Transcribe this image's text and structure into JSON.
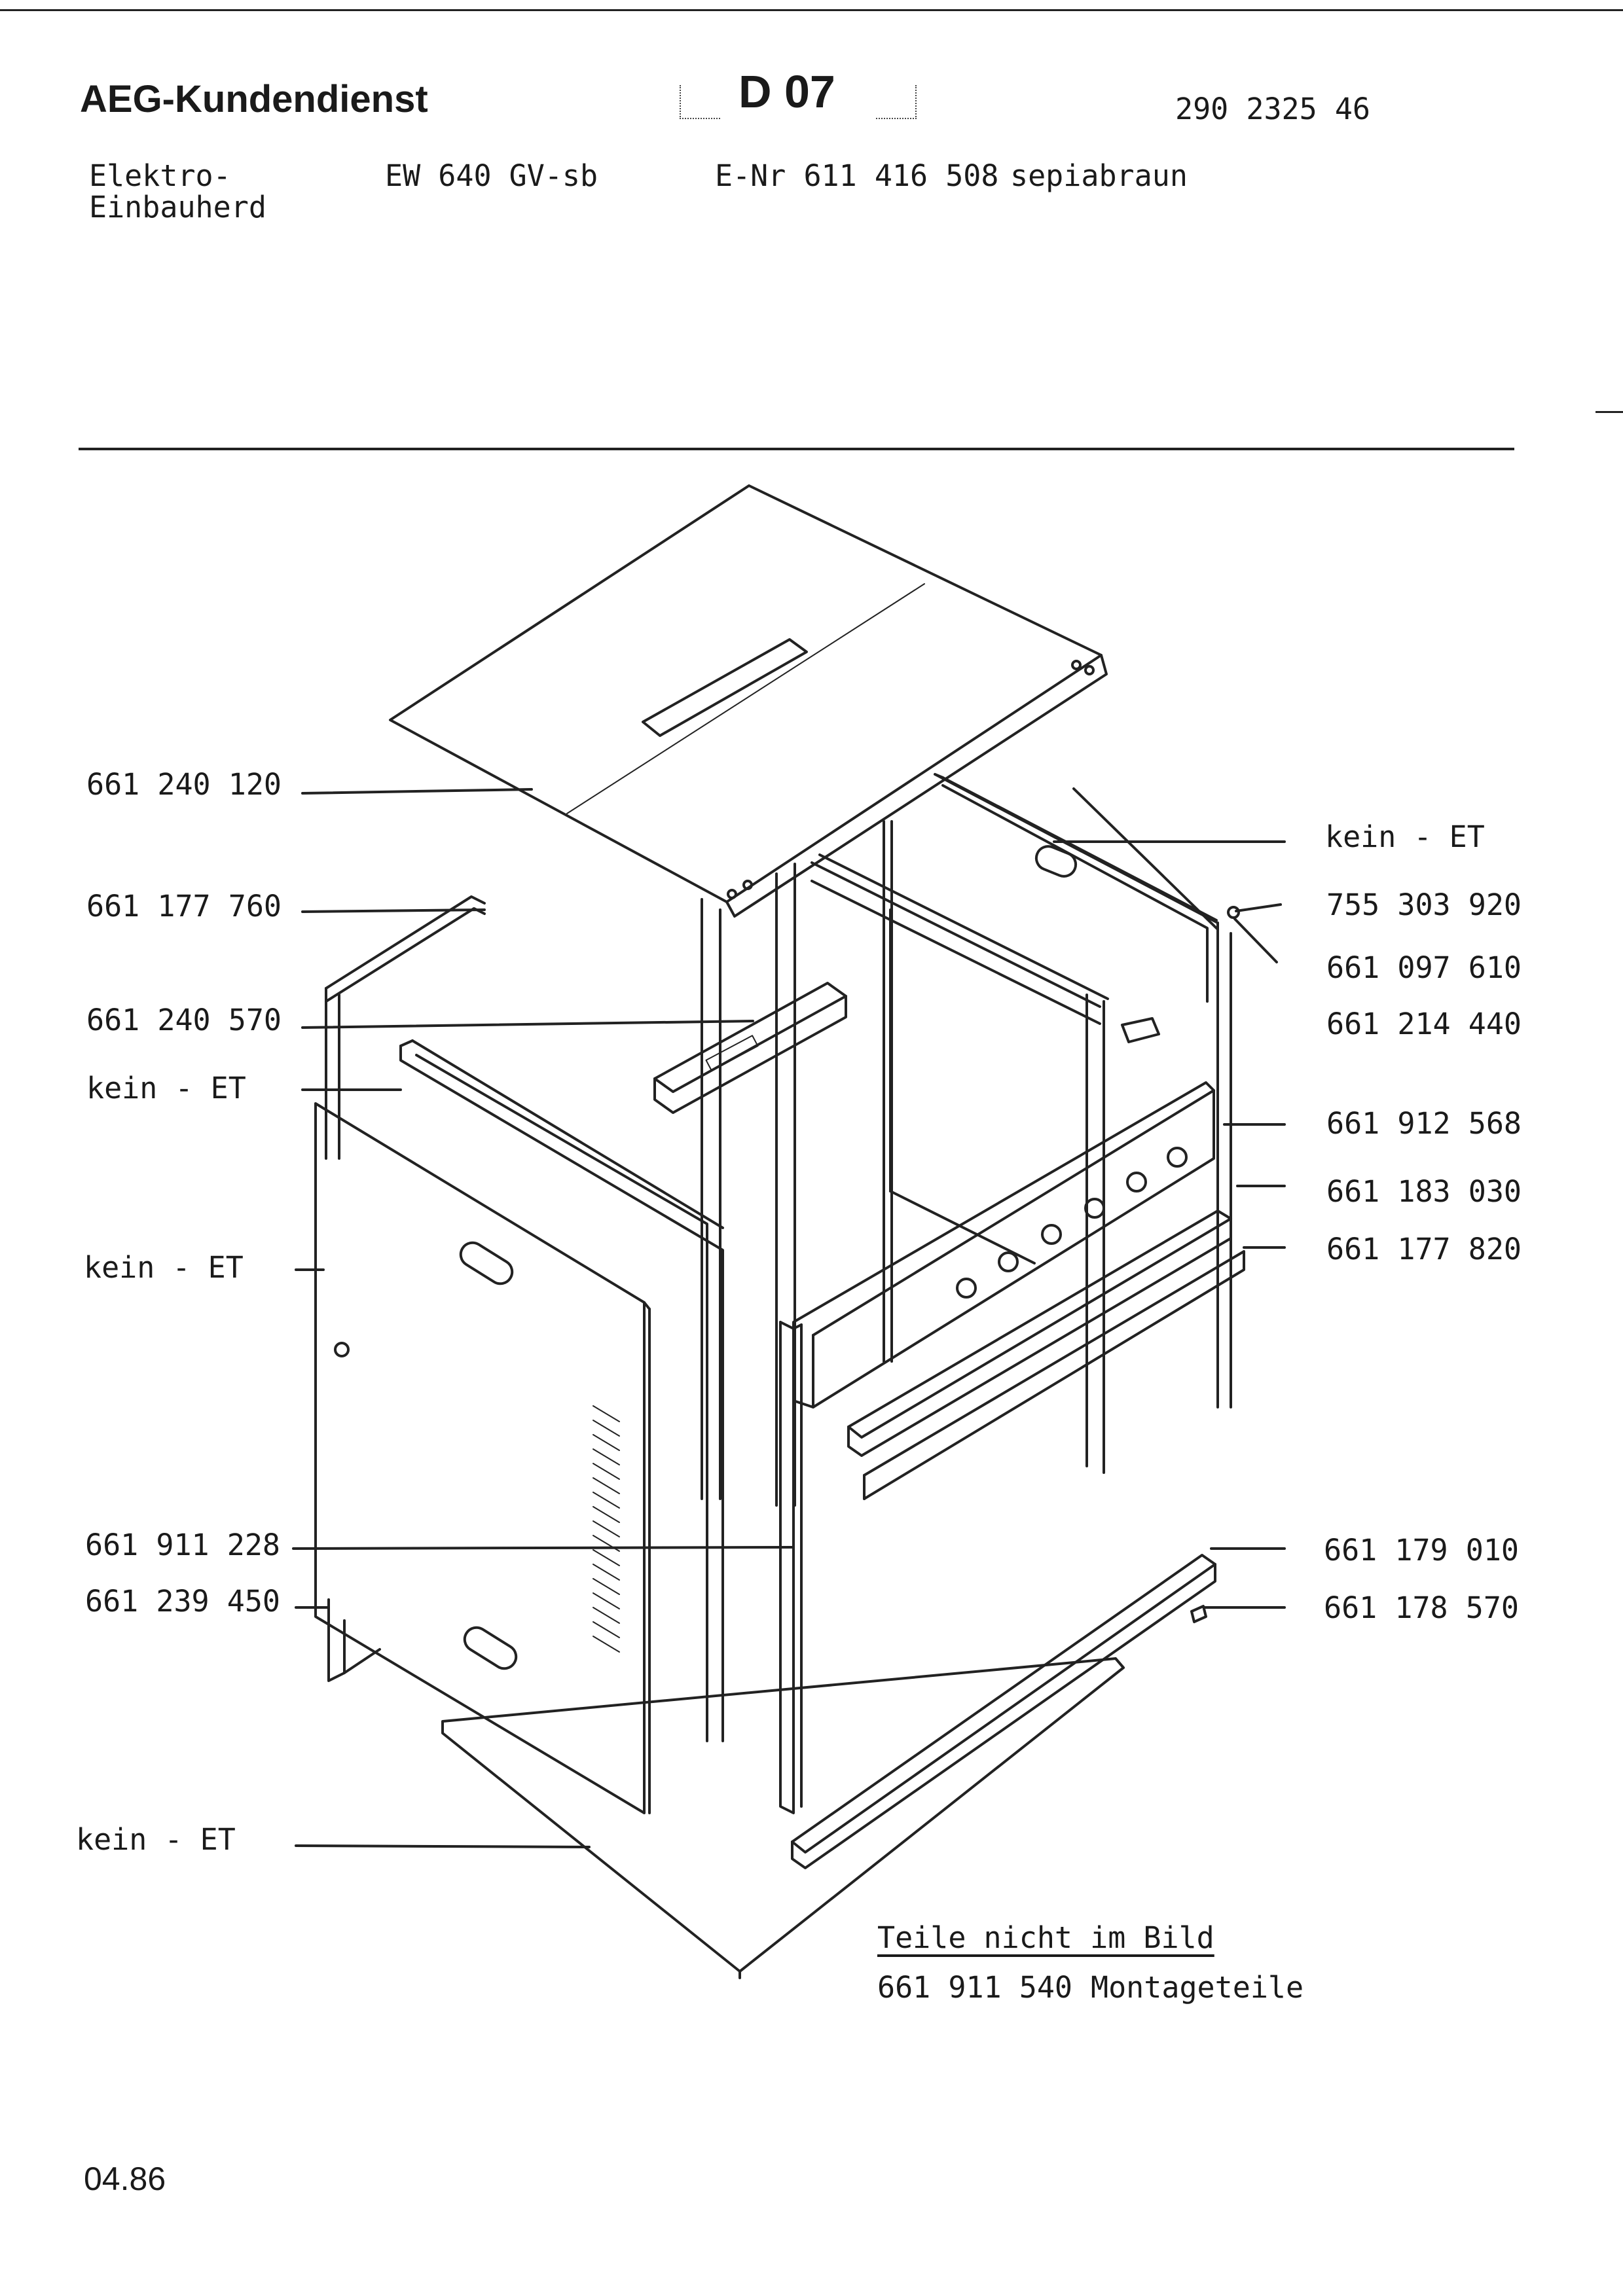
{
  "header": {
    "brand": "AEG-Kundendienst",
    "page_code": "D 07",
    "document_number": "290 2325 46",
    "product_type_line1": "Elektro-",
    "product_type_line2": "Einbauherd",
    "model": "EW 640 GV-sb",
    "e_nr": "E-Nr 611 416 508",
    "color_name": "sepiabraun"
  },
  "part_labels": [
    {
      "id": "top-plate",
      "text": "661 240 120"
    },
    {
      "id": "left-top-strip",
      "text": "661 177 760"
    },
    {
      "id": "inner-bracket",
      "text": "661 240 570"
    },
    {
      "id": "left-frame",
      "text": "kein - ET"
    },
    {
      "id": "left-panel",
      "text": "kein - ET"
    },
    {
      "id": "front-post",
      "text": "661 911 228"
    },
    {
      "id": "foot-bracket",
      "text": "661 239 450"
    },
    {
      "id": "bottom-plate",
      "text": "kein - ET"
    },
    {
      "id": "right-top-strip",
      "text": "kein - ET"
    },
    {
      "id": "screw",
      "text": "755 303 920"
    },
    {
      "id": "clip",
      "text": "661 097 610"
    },
    {
      "id": "hinge-plate",
      "text": "661 214 440"
    },
    {
      "id": "control-panel",
      "text": "661 912 568"
    },
    {
      "id": "panel-strip",
      "text": "661 183 030"
    },
    {
      "id": "cross-rail",
      "text": "661 177 820"
    },
    {
      "id": "bottom-rail",
      "text": "661 179 010"
    },
    {
      "id": "rail-foot",
      "text": "661 178 570"
    }
  ],
  "notes": {
    "heading": "Teile nicht im Bild",
    "part_number": "661 911 540",
    "description": "Montageteile"
  },
  "footer": {
    "date_code": "04.86"
  }
}
